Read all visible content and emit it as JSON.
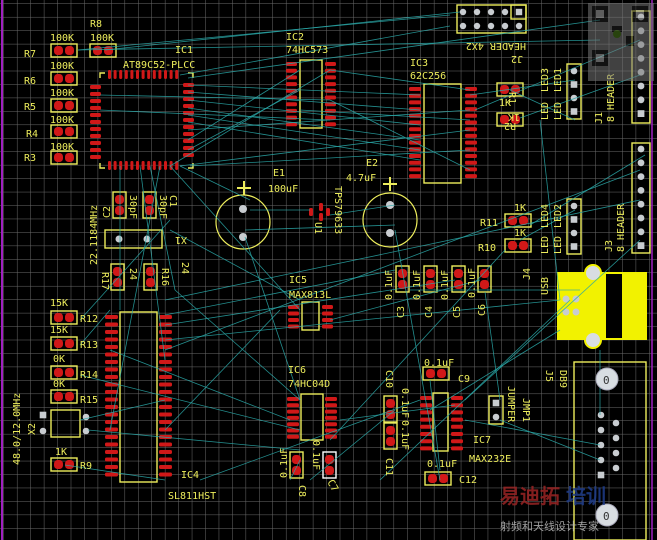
{
  "colors": {
    "background": "#000000",
    "grid": "#6b6b6b",
    "silkscreen": "#eded5c",
    "pad": "#d01818",
    "ratsnest": "#2aa7a7",
    "board_edge": "#a020c0",
    "usb_copper": "#f2f200",
    "watermark_red": "#9a2424",
    "watermark_blue": "#1f3d8a"
  },
  "components": {
    "r7": {
      "ref": "R7",
      "value": "100K"
    },
    "r6": {
      "ref": "R6",
      "value": "100K"
    },
    "r5": {
      "ref": "R5",
      "value": "100K"
    },
    "r4": {
      "ref": "R4",
      "value": "100K"
    },
    "r3": {
      "ref": "R3",
      "value": "100K"
    },
    "r8": {
      "ref": "R8",
      "value": "100K"
    },
    "ic1": {
      "ref": "IC1",
      "value": "AT89C52-PLCC"
    },
    "ic2": {
      "ref": "IC2",
      "value": "74HC573"
    },
    "ic3": {
      "ref": "IC3",
      "value": "62C256"
    },
    "j2": {
      "ref": "J2",
      "value": "HEADER 4X2"
    },
    "e1": {
      "ref": "E1",
      "value": "100uF"
    },
    "e2": {
      "ref": "E2",
      "value": "4.7uF"
    },
    "u1": {
      "ref": "U1",
      "value": "TPS79633"
    },
    "c2": {
      "ref": "C2",
      "value": "30pF"
    },
    "c1": {
      "ref": "C1",
      "value": "30pF"
    },
    "x1": {
      "ref": "X1",
      "value": "22.1184MHz"
    },
    "r17": {
      "ref": "R17",
      "value": "24"
    },
    "r16": {
      "ref": "R16",
      "value": "24"
    },
    "r1": {
      "ref": "R1",
      "value": "1K"
    },
    "r2": {
      "ref": "R2",
      "value": "1K"
    },
    "led13": {
      "labels": [
        "LED3",
        "LED",
        "LED1",
        "LED"
      ]
    },
    "j1": {
      "ref": "J1",
      "value": "8 HEADER"
    },
    "r11": {
      "ref": "R11",
      "value": "1K"
    },
    "r10": {
      "ref": "R10",
      "value": "1K"
    },
    "led24": {
      "labels": [
        "LED4",
        "LED",
        "LED2",
        "LED"
      ]
    },
    "j3": {
      "ref": "J3",
      "value": "8 HEADER"
    },
    "j4": {
      "ref": "J4",
      "value": "USB"
    },
    "ic5": {
      "ref": "IC5",
      "value": "MAX813L"
    },
    "c3": {
      "ref": "C3",
      "value": "0.1uF"
    },
    "c4": {
      "ref": "C4",
      "value": "0.1uF"
    },
    "c5": {
      "ref": "C5",
      "value": "0.1uF"
    },
    "c6": {
      "ref": "C6",
      "value": "0.1uF"
    },
    "r12": {
      "ref": "R12",
      "value": "15K"
    },
    "r13": {
      "ref": "R13",
      "value": "15K"
    },
    "r14": {
      "ref": "R14",
      "value": "0K"
    },
    "r15": {
      "ref": "R15",
      "value": "0K"
    },
    "x2": {
      "ref": "X2",
      "value": "48.0/12.0MHz"
    },
    "r9": {
      "ref": "R9",
      "value": "1K"
    },
    "ic4": {
      "ref": "IC4",
      "value": "SL811HST"
    },
    "ic6": {
      "ref": "IC6",
      "value": "74HC04D"
    },
    "c8": {
      "ref": "C8",
      "value": "0.1uF"
    },
    "c7": {
      "ref": "C7",
      "value": "0.1uF"
    },
    "c10": {
      "ref": "C10",
      "value": "0.1uF"
    },
    "c11": {
      "ref": "C11",
      "value": "0.1uF"
    },
    "c9": {
      "ref": "C9",
      "value": "0.1uF"
    },
    "ic7": {
      "ref": "IC7",
      "value": "MAX232E"
    },
    "c12": {
      "ref": "C12",
      "value": "0.1uF"
    },
    "jmp1": {
      "ref": "JMP1",
      "value": "JUMPER"
    },
    "j5": {
      "ref": "J5",
      "value": "DB9",
      "mount_hole_label": "0"
    }
  },
  "watermark": {
    "line1_red": "易迪拓",
    "line1_blue": "培训",
    "line2": "射频和天线设计专家"
  }
}
